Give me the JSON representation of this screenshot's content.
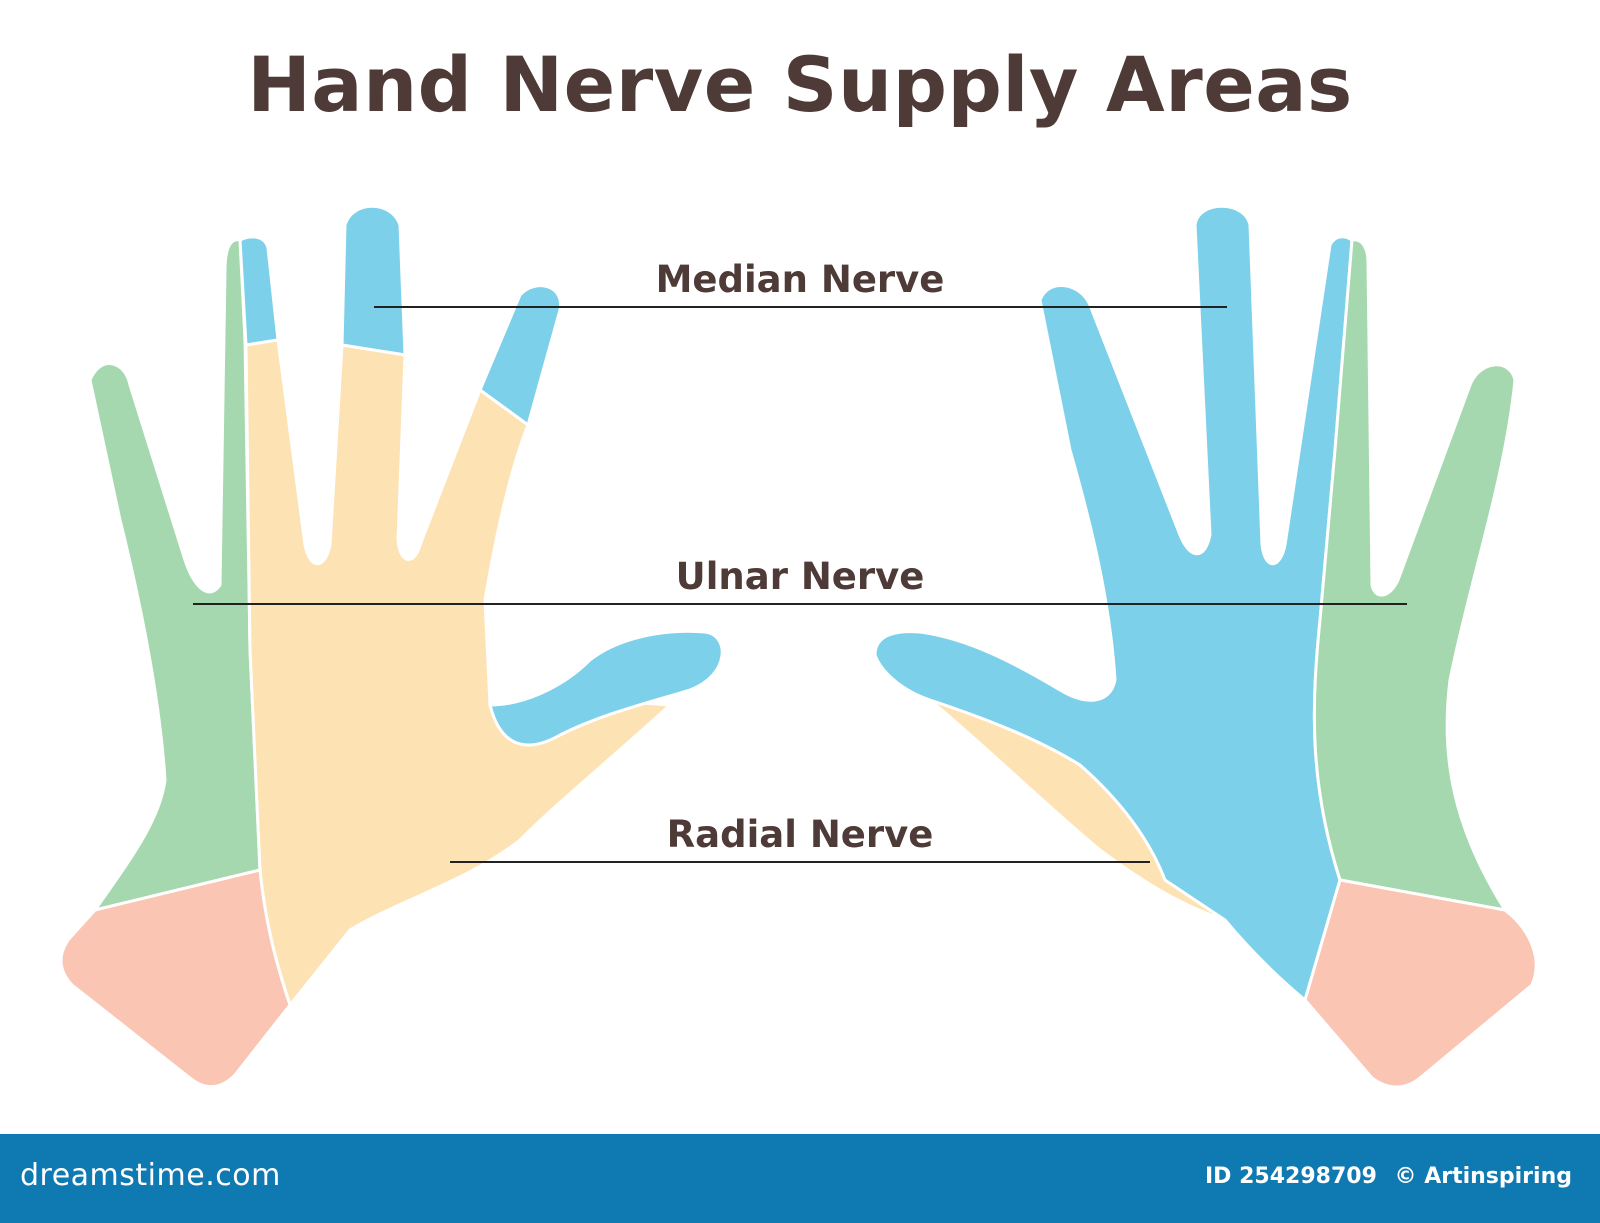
{
  "title": "Hand Nerve Supply Areas",
  "labels": {
    "median": "Median Nerve",
    "ulnar": "Ulnar Nerve",
    "radial": "Radial Nerve"
  },
  "colors": {
    "median": "#7dd0ea",
    "ulnar": "#a5d8ae",
    "radial": "#fde2b3",
    "wrist": "#fac5b3",
    "text": "#4e3a36",
    "footer": "#0f79b1"
  },
  "footer": {
    "brand": "dreamstime.com",
    "id_text": "ID 254298709",
    "author": "© Artinspiring"
  }
}
